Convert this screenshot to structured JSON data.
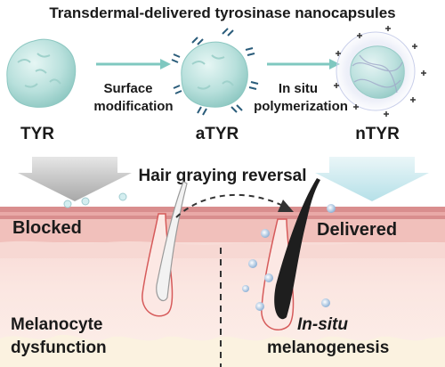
{
  "title": "Transdermal-delivered tyrosinase nanocapsules",
  "steps": {
    "step1": {
      "line1": "Surface",
      "line2": "modification"
    },
    "step2": {
      "line1": "In situ",
      "line2": "polymerization"
    }
  },
  "particles": {
    "tyr": "TYR",
    "atyr": "aTYR",
    "ntyr": "nTYR"
  },
  "hair_reversal": "Hair graying reversal",
  "skin": {
    "blocked": "Blocked",
    "delivered": "Delivered",
    "left_caption": {
      "line1": "Melanocyte",
      "line2": "dysfunction"
    },
    "right_caption": {
      "line1": "In-situ",
      "line2": "melanogenesis"
    }
  },
  "colors": {
    "particle": "#b8e0dc",
    "step_arrow": "#7fc8c0",
    "skin_top": "#d98e8e",
    "skin_mid": "#f4cdc8",
    "skin_bottom": "#faece6",
    "grey_arrow": "#bfbfbf",
    "cyan_arrow": "#c4e6ec",
    "dark_hair": "#1e1e1e"
  }
}
